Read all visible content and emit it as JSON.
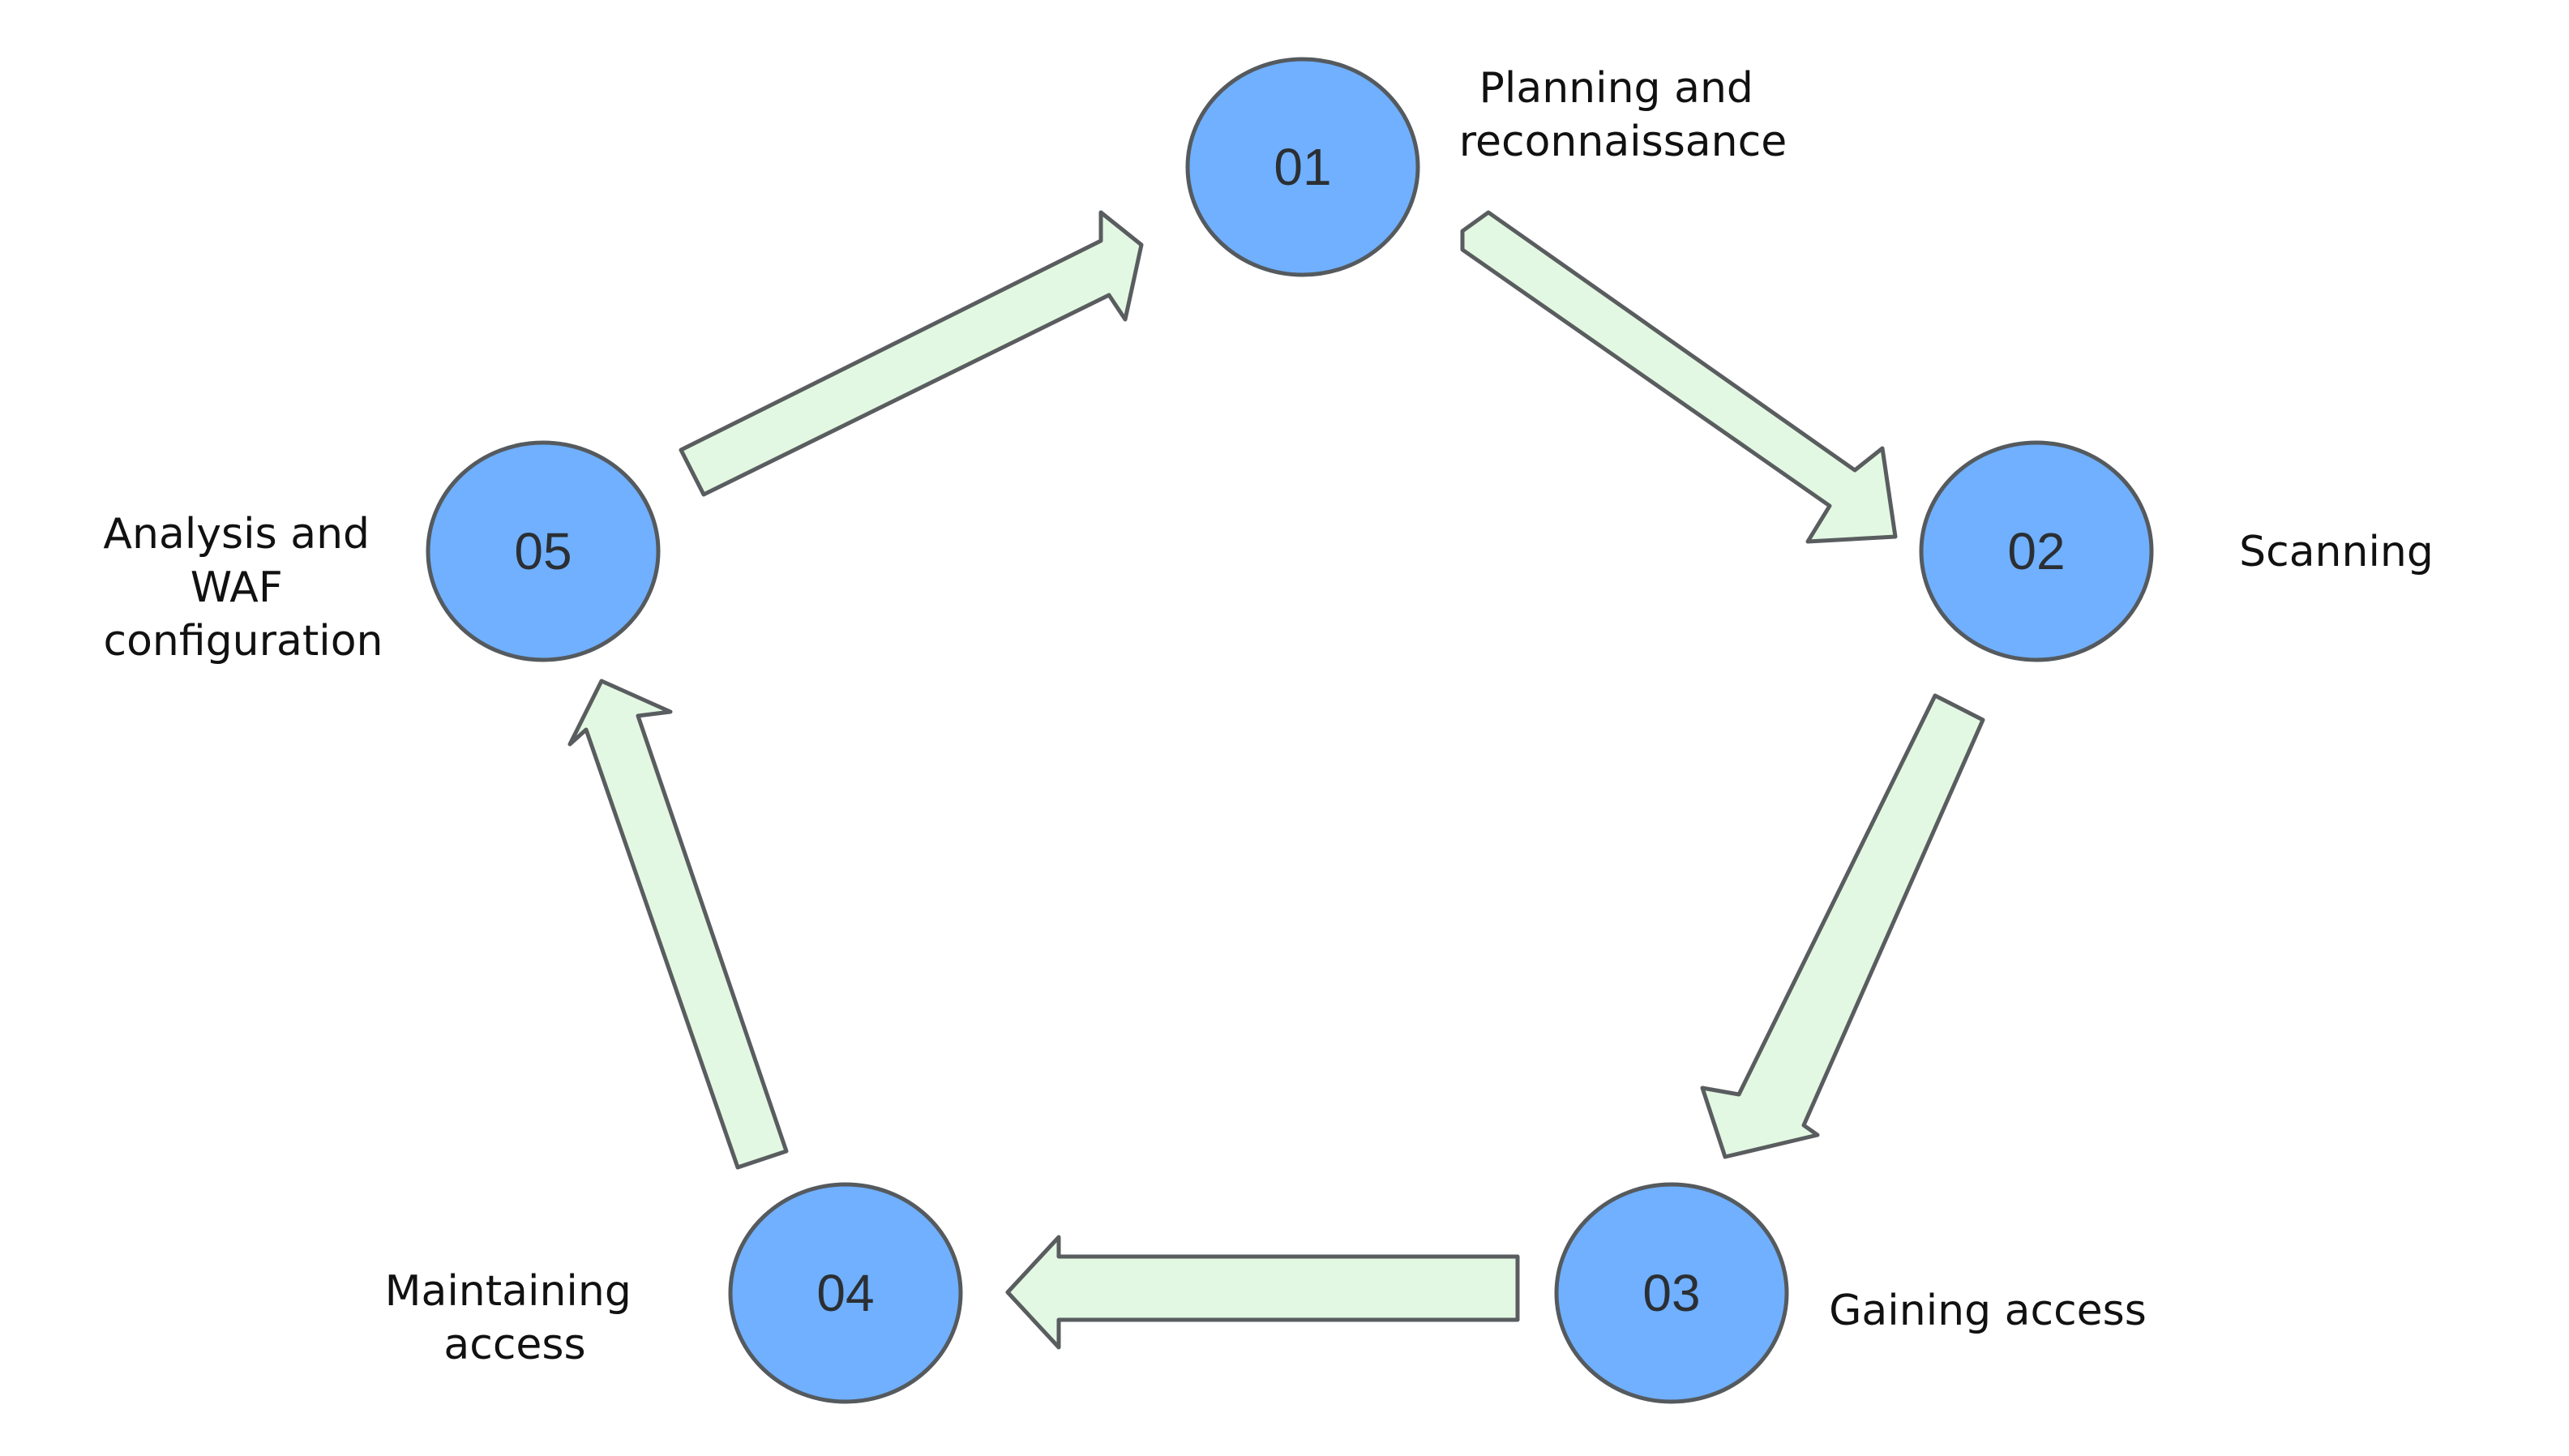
{
  "colors": {
    "node_fill": "#70b0ff",
    "arrow_fill": "#e2f8e2"
  },
  "steps": [
    {
      "number": "01",
      "label_lines": [
        "Planning and",
        "reconnaissance"
      ]
    },
    {
      "number": "02",
      "label_lines": [
        "Scanning"
      ]
    },
    {
      "number": "03",
      "label_lines": [
        "Gaining access"
      ]
    },
    {
      "number": "04",
      "label_lines": [
        "Maintaining",
        "access"
      ]
    },
    {
      "number": "05",
      "label_lines": [
        "Analysis and",
        "WAF",
        "configuration"
      ]
    }
  ]
}
